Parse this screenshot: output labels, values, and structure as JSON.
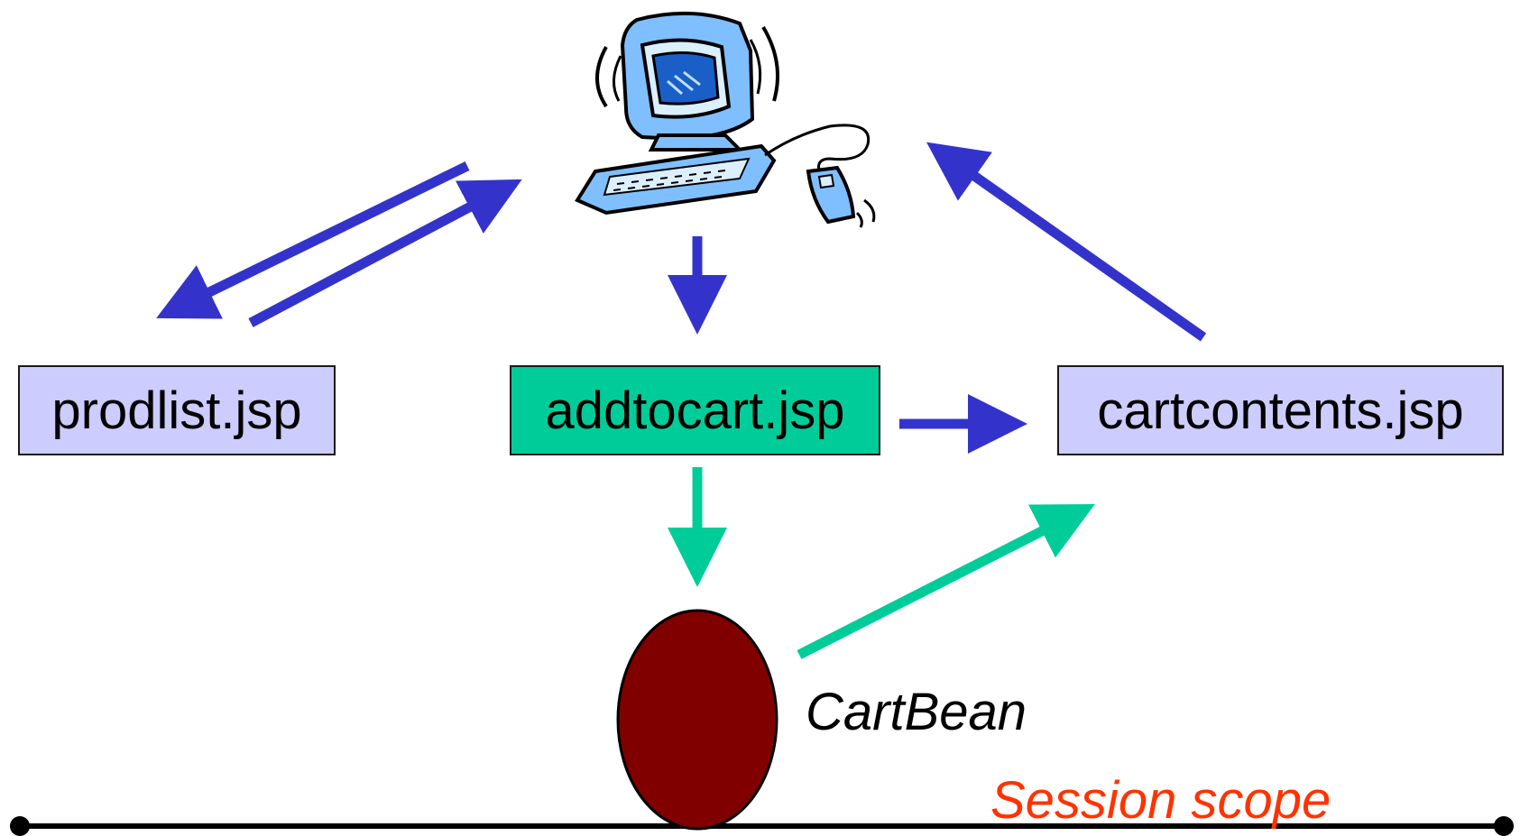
{
  "nodes": {
    "prodlist": {
      "label": "prodlist.jsp",
      "fill": "#ccccff"
    },
    "addtocart": {
      "label": "addtocart.jsp",
      "fill": "#00cc99"
    },
    "cartcontents": {
      "label": "cartcontents.jsp",
      "fill": "#ccccff"
    }
  },
  "bean": {
    "label": "CartBean",
    "fill": "#800000"
  },
  "scope": {
    "label": "Session scope",
    "color": "#ff3300"
  },
  "colors": {
    "request_arrow": "#3333cc",
    "bean_arrow": "#00cc99",
    "scope_line": "#000000"
  },
  "icons": {
    "client": "computer-icon"
  }
}
